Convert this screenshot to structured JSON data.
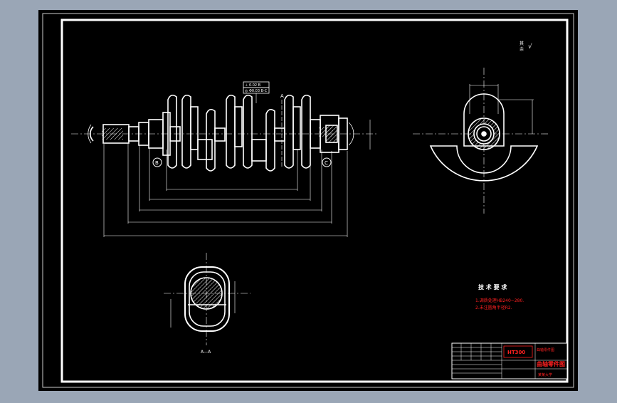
{
  "drawing": {
    "roughness_label_top": "其",
    "roughness_label_bottom": "余",
    "roughness_symbol": "√",
    "section_label_a": "A",
    "section_view_label": "A—A",
    "datum_b": "B",
    "datum_c": "C",
    "tolerance_frame_1": "⊥ 0.02 B",
    "tolerance_frame_2": "◎ Φ0.03 B-C"
  },
  "technical_requirements": {
    "title": "技 术 要 求",
    "items": [
      "1.调质处理HB240~280.",
      "2.未注圆角半径R2."
    ]
  },
  "title_block": {
    "part_name_1": "曲轴零件图",
    "part_name_2": "曲轴零件图",
    "code": "HT300",
    "school": "某某大学"
  },
  "colors": {
    "background": "#9aa6b6",
    "paper": "#000000",
    "lines": "#ffffff",
    "accent_red": "#ff2020"
  }
}
